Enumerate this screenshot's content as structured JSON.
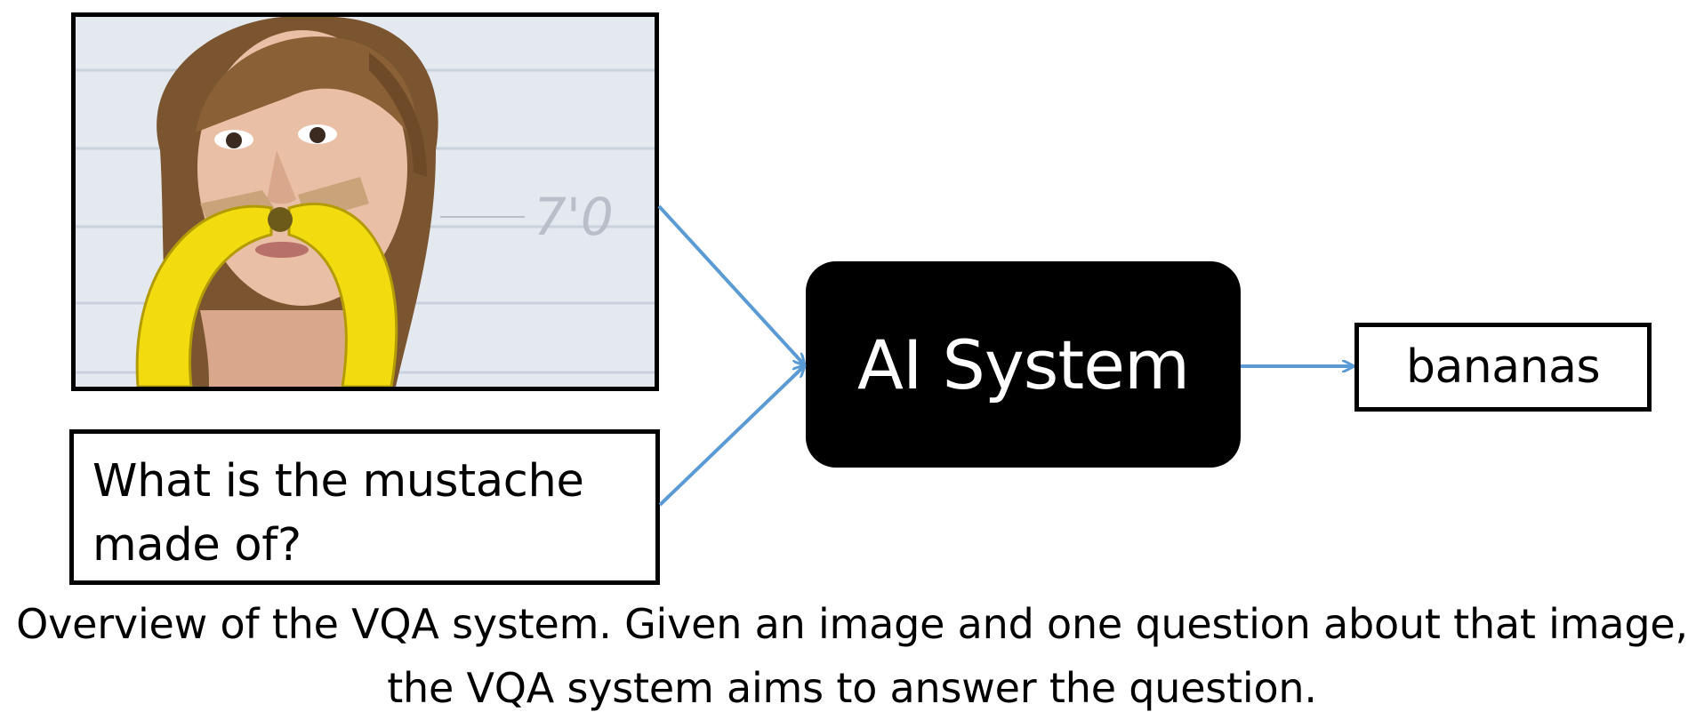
{
  "diagram": {
    "input_question": {
      "line1": "What is the mustache",
      "line2": "made of?"
    },
    "photo": {
      "wall_marking": "7'0"
    },
    "model_label": "AI System",
    "answer": "bananas",
    "arrow_color": "#5b9bd5"
  },
  "caption": {
    "line1": "Overview of the VQA system. Given an image and one question about that image,",
    "line2": "the VQA system aims to answer the question."
  }
}
